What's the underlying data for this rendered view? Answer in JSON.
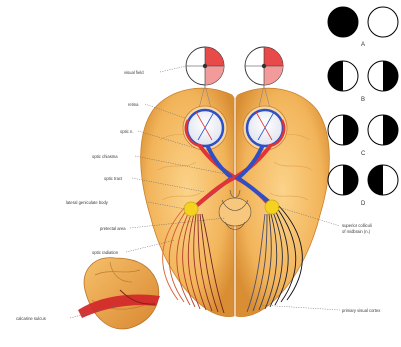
{
  "labels": {
    "visual_field": "visual field",
    "retina": "retina",
    "optic_n": "optic n.",
    "optic_chiasma": "optic chiasma",
    "optic_tract": "optic tract",
    "lateral_geniculate": "lateral geniculate body",
    "pretectal_area": "pretectal area",
    "optic_radiation": "optic radiation",
    "calcarine_sulcus": "calcarine sulcus",
    "superior_colliculus_line1": "superior colliculi",
    "superior_colliculus_line2": "of midbrain (n.)",
    "primary_visual_cortex": "primary visual cortex"
  },
  "panel_letters": [
    "A",
    "B",
    "C",
    "D"
  ],
  "colors": {
    "brain": "#f2b45a",
    "brain_dark": "#d98e34",
    "red_path": "#e23434",
    "blue_path": "#2f4fc4",
    "nucleus": "#f4d21f",
    "field_red": "#e84a4a",
    "field_pink": "#f39a9a"
  }
}
